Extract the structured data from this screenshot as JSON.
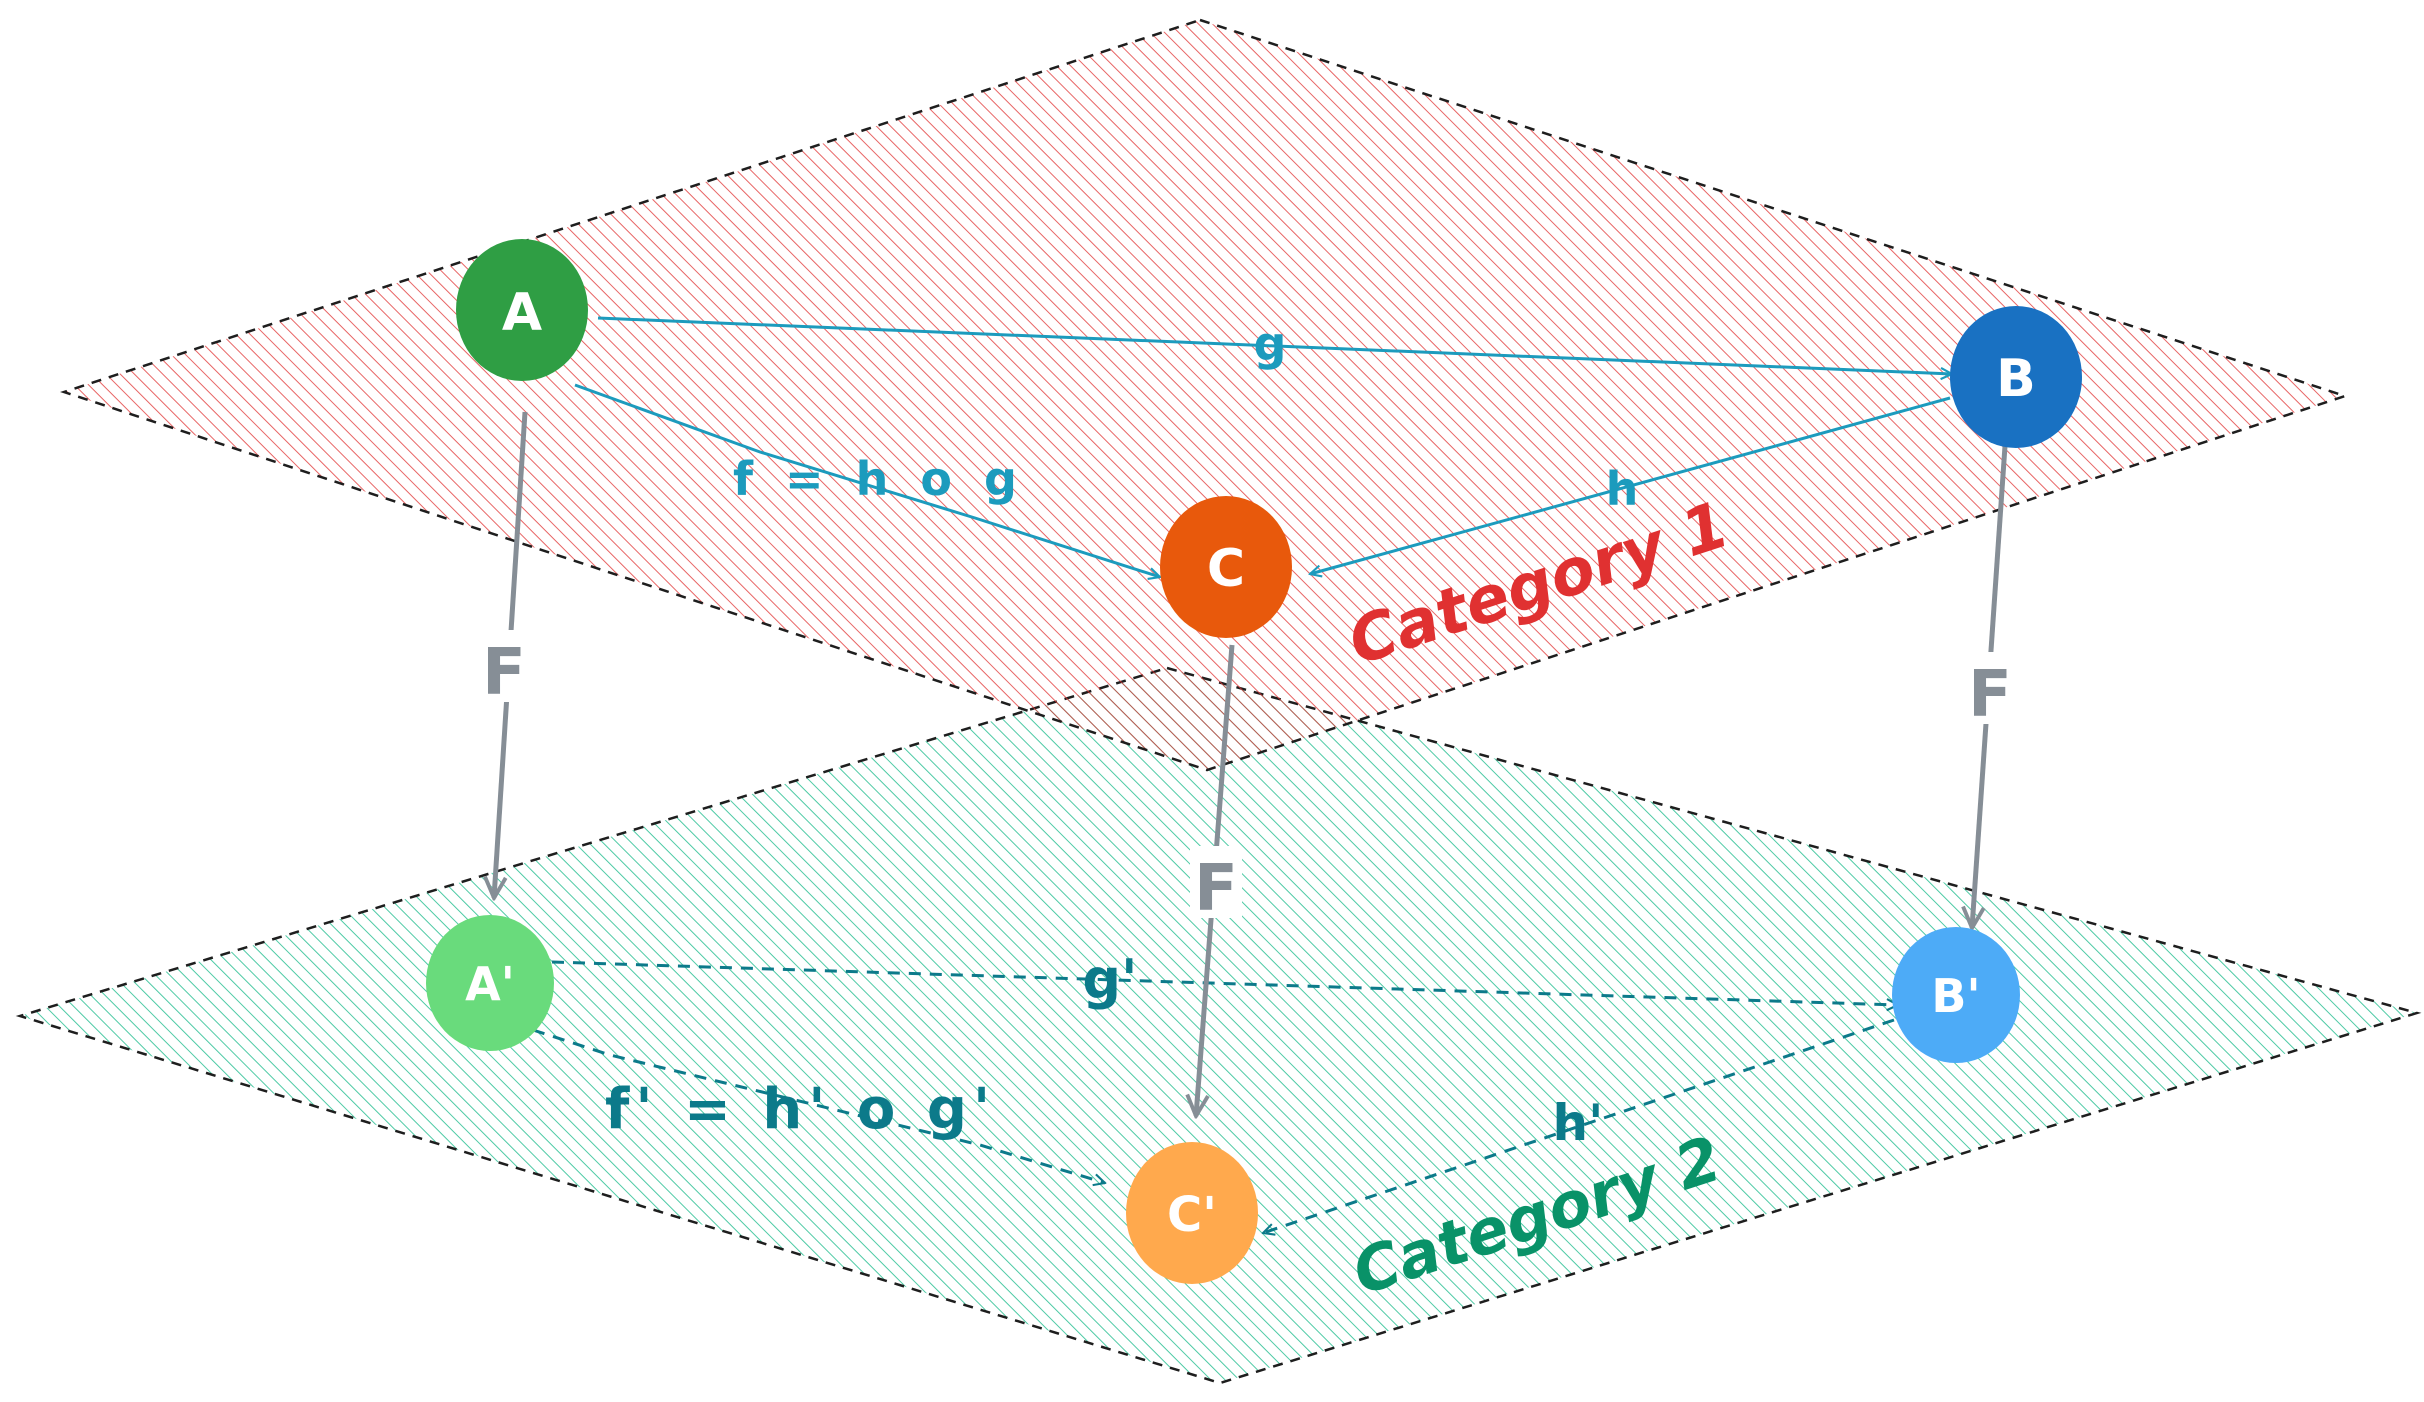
{
  "colors": {
    "plane1_stroke": "#e03131",
    "plane2_stroke": "#12b886",
    "outline": "#1e1e1e",
    "morphism1": "#1c9bbd",
    "morphism2": "#0c7a8a",
    "functor": "#868e96",
    "node_A": "#2f9e44",
    "node_B": "#1971c2",
    "node_C": "#e8590c",
    "node_A2": "#69db7c",
    "node_B2": "#4dabf7",
    "node_C2": "#ffa94d",
    "category1_text": "#e03131",
    "category2_text": "#099268"
  },
  "categories": {
    "cat1": "Category 1",
    "cat2": "Category 2"
  },
  "nodes": {
    "A": "A",
    "B": "B",
    "C": "C",
    "A2": "A'",
    "B2": "B'",
    "C2": "C'"
  },
  "edges": {
    "g": "g",
    "f": "f = h o g",
    "h": "h",
    "g2": "g'",
    "f2": "f' = h' o g'",
    "h2": "h'"
  },
  "functor": {
    "FA": "F",
    "FB": "F",
    "FC": "F"
  }
}
